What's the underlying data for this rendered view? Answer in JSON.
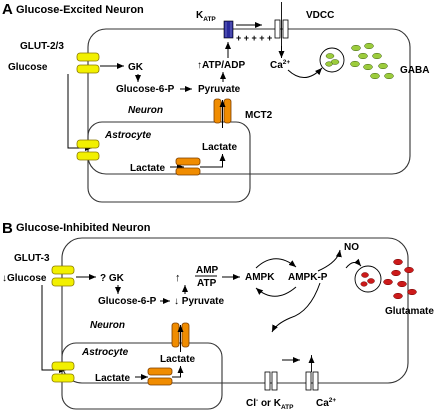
{
  "panel_a": {
    "letter": "A",
    "title": "Glucose-Excited Neuron",
    "katp_main": "K",
    "katp_sub": "ATP",
    "plus_signs": "+ + + + +",
    "vdcc": "VDCC",
    "glut": "GLUT-2/3",
    "glucose": "Glucose",
    "gk": "GK",
    "glucose6p": "Glucose-6-P",
    "atp_adp": "↑ATP/ADP",
    "pyruvate": "Pyruvate",
    "ca_main": "Ca",
    "ca_sup": "2+",
    "gaba": "GABA",
    "neuron": "Neuron",
    "mct2": "MCT2",
    "astrocyte": "Astrocyte",
    "lactate_astro": "Lactate",
    "lactate_ext": "Lactate"
  },
  "panel_b": {
    "letter": "B",
    "title": "Glucose-Inhibited Neuron",
    "glut": "GLUT-3",
    "glucose": "↓Glucose",
    "gk": "? GK",
    "up_arrow": "↑",
    "amp": "AMP",
    "atp": "ATP",
    "ampk": "AMPK",
    "ampk_p": "AMPK-P",
    "no": "NO",
    "glutamate": "Glutamate",
    "glucose6p": "Glucose-6-P",
    "pyruvate": "↓ Pyruvate",
    "neuron": "Neuron",
    "astrocyte": "Astrocyte",
    "lactate_astro": "Lactate",
    "lactate_ext": "Lactate",
    "cl_main": "Cl",
    "cl_sup": "-",
    "or_katp_main": " or K",
    "or_katp_sub": "ATP",
    "ca_main": "Ca",
    "ca_sup": "2+"
  },
  "colors": {
    "glut_yellow": "#f2f000",
    "mct_orange": "#f08c00",
    "katp_blue": "#2a2a9c",
    "vesicle_green": "#9ccc3c",
    "vesicle_red": "#cc1a1a"
  }
}
